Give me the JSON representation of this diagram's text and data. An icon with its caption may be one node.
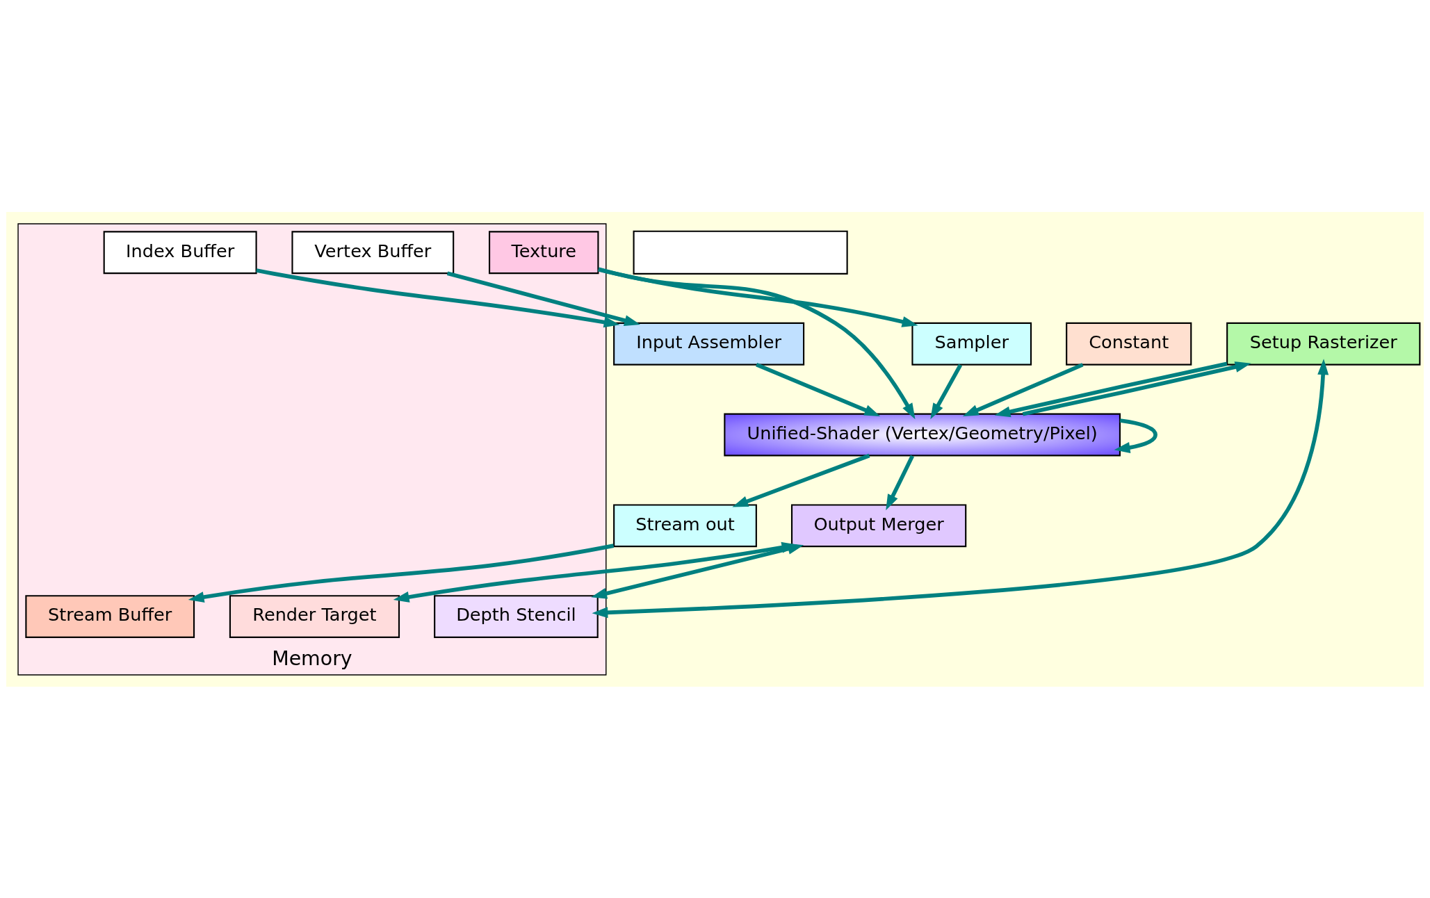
{
  "diagram": {
    "nodes": [
      {
        "text": [
          "Memory"
        ]
      },
      {
        "text": [
          "Input Assembler"
        ]
      },
      {
        "text": [
          "Vertex Buffer"
        ],
        "in": 0
      },
      {
        "text": [
          "Index Buffer"
        ],
        "in": 0
      },
      {
        "text": [
          "Setup Rasterizer"
        ]
      },
      {
        "text": [
          "Texture"
        ],
        "in": 0
      },
      {
        "text": [
          "Unified-Shader (Vertex/Geometry/Pixel)"
        ]
      },
      {
        "text": [
          "Sampler"
        ]
      },
      {
        "text": [
          "Constant"
        ]
      },
      {
        "text": [
          "Stream out"
        ]
      },
      {
        "text": [
          "Stream Buffer"
        ],
        "in": 0
      },
      {
        "text": [
          "Depth Stencil"
        ],
        "in": 0
      },
      {
        "text": [
          "Output Merger"
        ]
      },
      {
        "text": [
          "Render Target"
        ],
        "in": 0
      },
      {
        "text": [],
        "shape": "box"
      }
    ],
    "edges": [
      {
        "from": 2,
        "to": 1,
        "arrow": "to"
      },
      {
        "from": 3,
        "to": 1,
        "arrow": "to"
      },
      {
        "from": 1,
        "to": 6,
        "arrow": "to"
      },
      {
        "from": 4,
        "to": 6,
        "arrow": "to"
      },
      {
        "from": 4,
        "to": 11,
        "arrow": "both"
      },
      {
        "from": 7,
        "to": 6,
        "arrow": "to"
      },
      {
        "from": 5,
        "to": 7,
        "arrow": "to"
      },
      {
        "from": 5,
        "to": 6,
        "arrow": "to"
      },
      {
        "from": 8,
        "to": 6,
        "arrow": "to"
      },
      {
        "from": 6,
        "to": 9,
        "arrow": "to"
      },
      {
        "from": 9,
        "to": 10,
        "arrow": "to"
      },
      {
        "from": 6,
        "to": 12,
        "arrow": "to"
      },
      {
        "from": 6,
        "to": 4,
        "arrow": "to"
      },
      {
        "from": 6,
        "to": 6,
        "arrow": "to"
      },
      {
        "from": 12,
        "to": 11,
        "arrow": "both"
      },
      {
        "from": 12,
        "to": 13,
        "arrow": "both"
      }
    ]
  }
}
